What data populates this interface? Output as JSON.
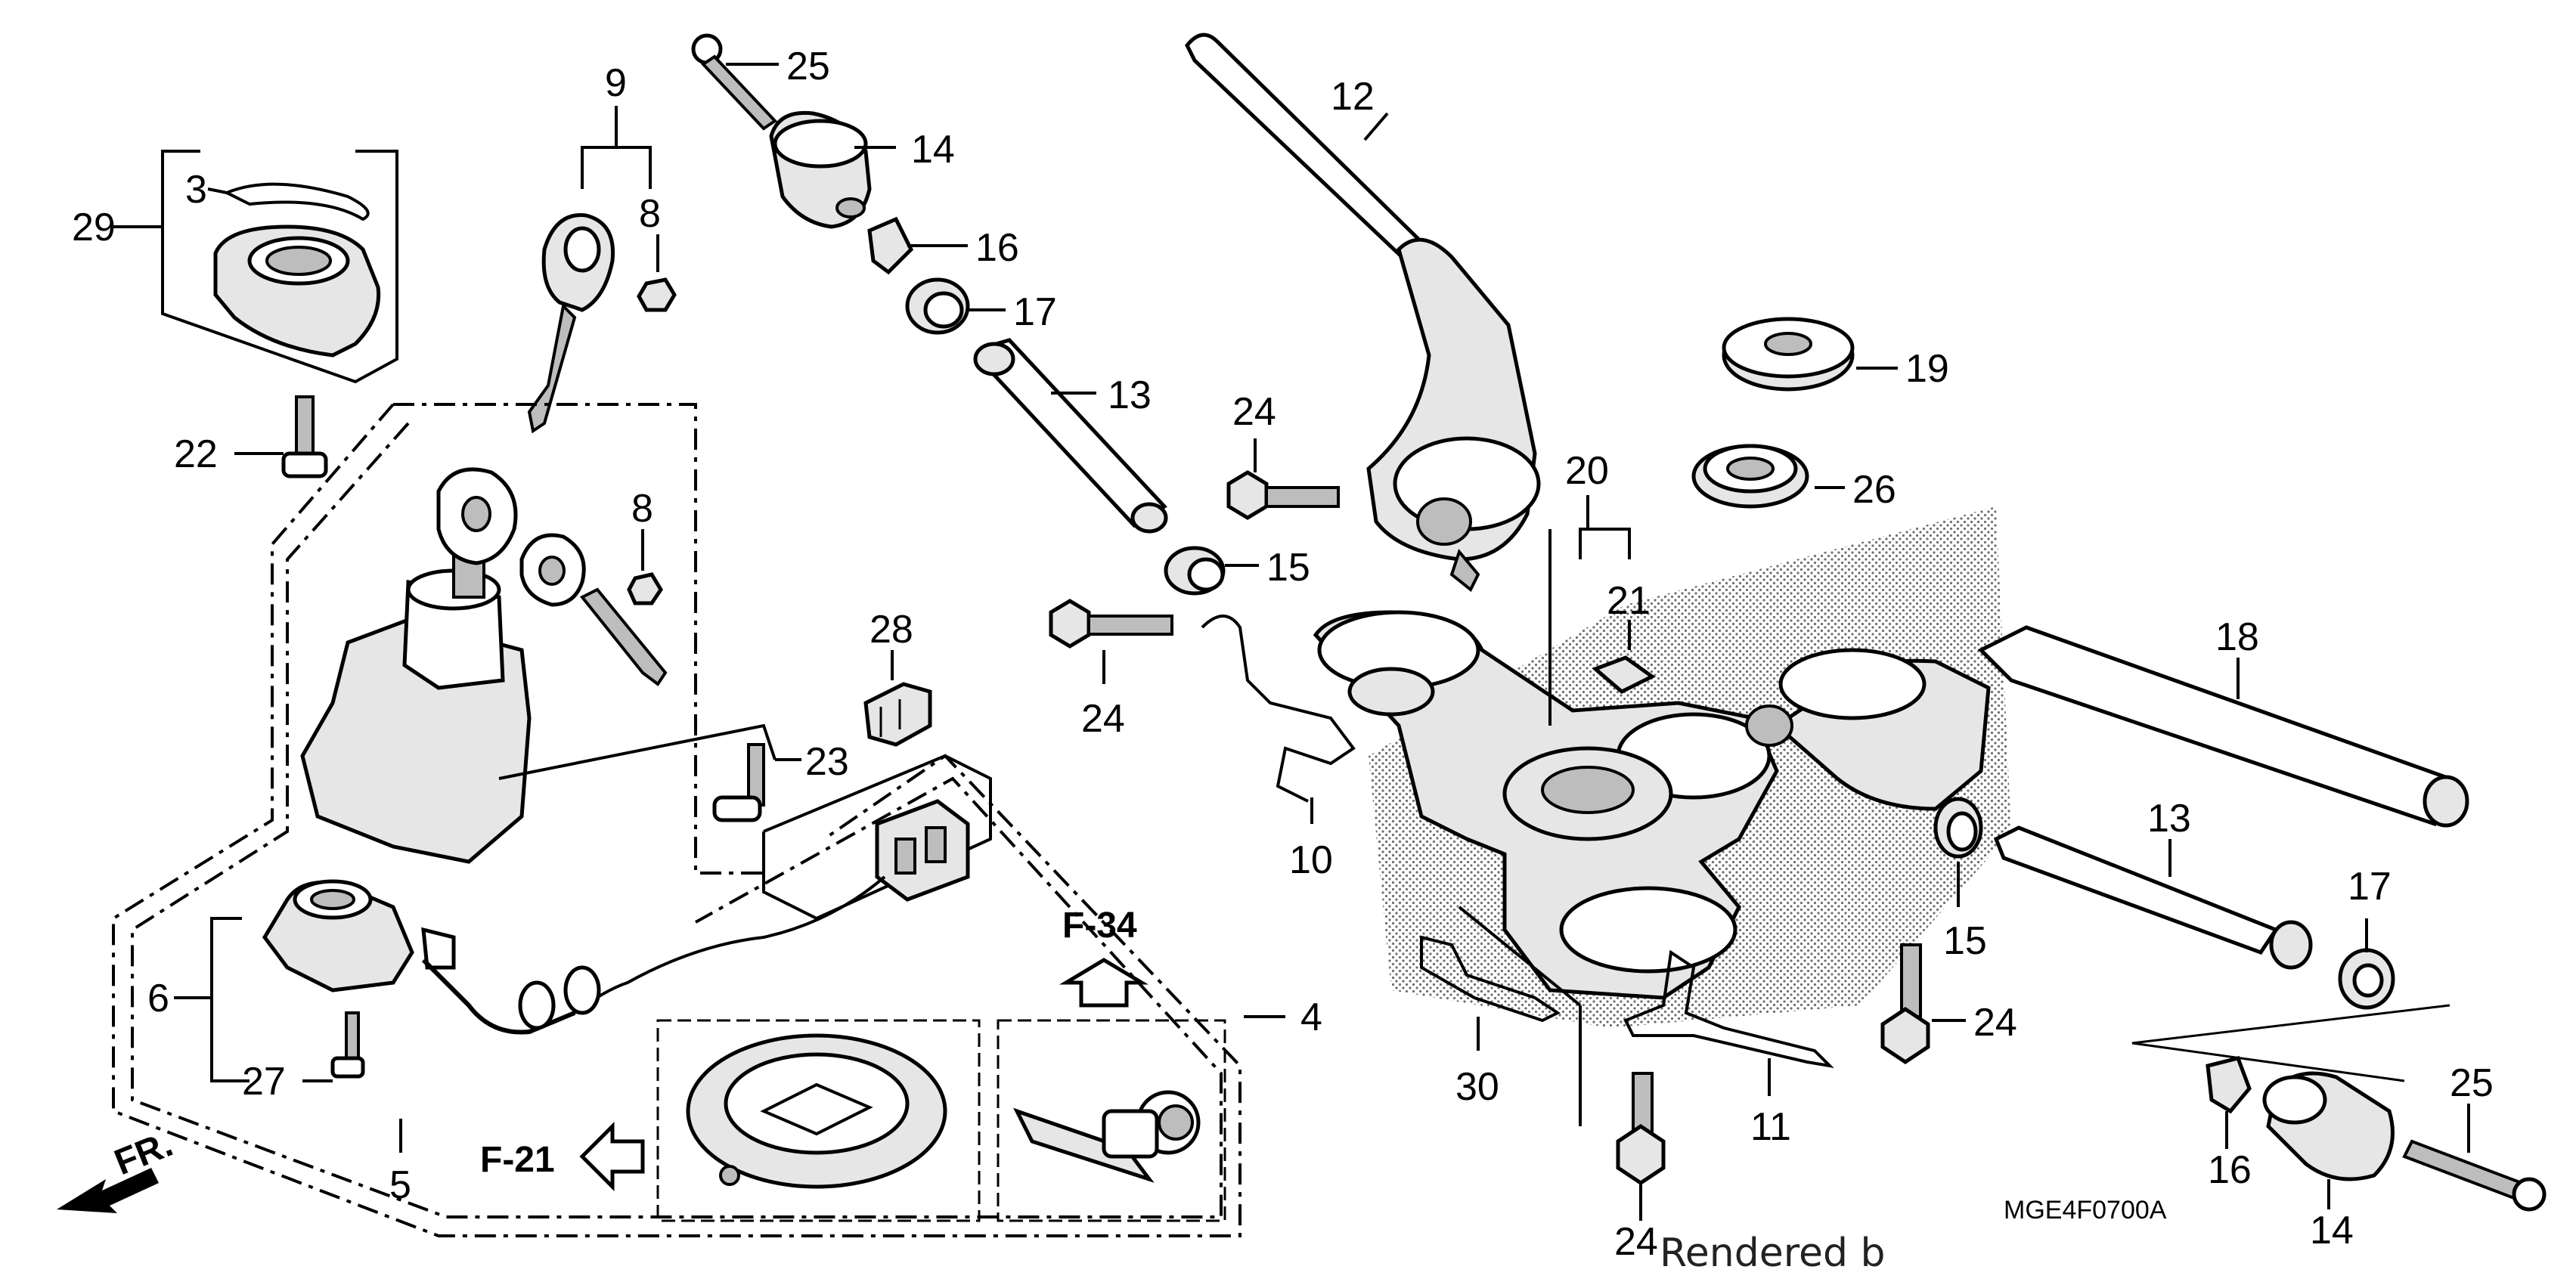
{
  "diagram": {
    "code": "MGE4F0700A",
    "footer_text": "Rendered b",
    "direction_label": "FR.",
    "refs": {
      "f34": "F-34",
      "f21": "F-21"
    },
    "labels": {
      "p1": "29",
      "p2": "3",
      "p3": "22",
      "p4": "9",
      "p5": "8",
      "p6": "8",
      "p7": "23",
      "p8": "6",
      "p9": "27",
      "p10": "5",
      "p11": "4",
      "p12": "28",
      "p13": "25",
      "p14": "14",
      "p15": "16",
      "p16": "17",
      "p17": "13",
      "p18": "15",
      "p19": "24",
      "p20": "24",
      "p21": "10",
      "p22": "12",
      "p23": "19",
      "p24": "26",
      "p25": "20",
      "p26": "21",
      "p27": "18",
      "p28": "13",
      "p29": "15",
      "p30": "24",
      "p31": "17",
      "p32": "25",
      "p33": "16",
      "p34": "14",
      "p35": "30",
      "p36": "11",
      "p37": "24"
    }
  }
}
